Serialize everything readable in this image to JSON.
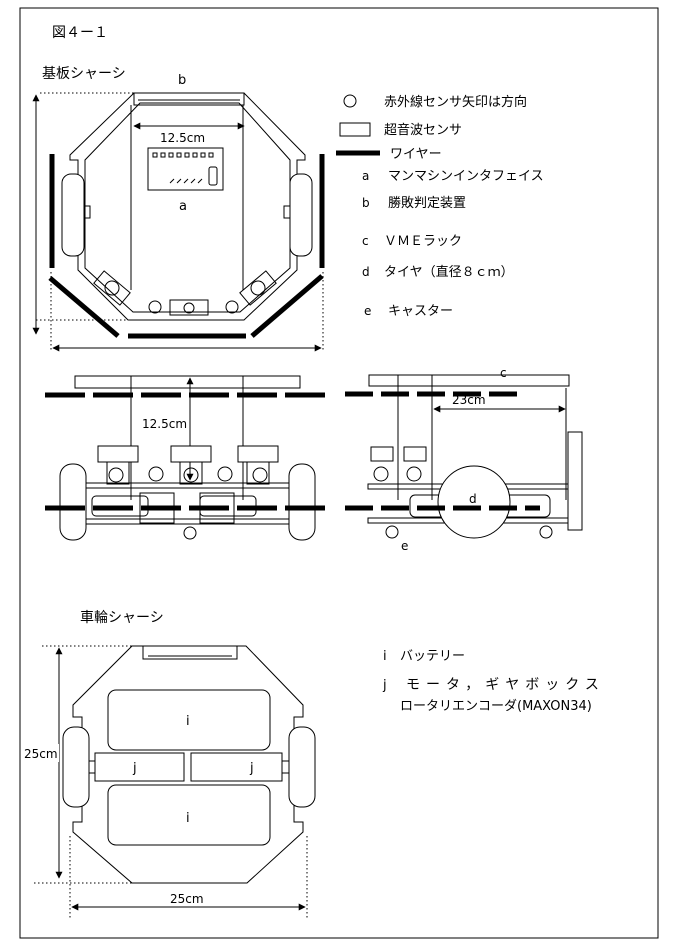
{
  "figure": {
    "number": "図４ー１",
    "board_chassis_title": "基板シャーシ",
    "wheel_chassis_title": "車輪シャーシ"
  },
  "legend": {
    "ir_sensor": "赤外線センサ矢印は方向",
    "ultrasonic_sensor": "超音波センサ",
    "wire": "ワイヤー",
    "a": {
      "key": "a",
      "text": "マンマシンインタフェイス"
    },
    "b": {
      "key": "b",
      "text": "勝敗判定装置"
    },
    "c": {
      "key": "c",
      "text": "ＶＭＥラック"
    },
    "d": {
      "key": "d",
      "text": "タイヤ（直径８ｃｍ）"
    },
    "e": {
      "key": "e",
      "text": "キャスター"
    },
    "i": {
      "key": "i",
      "text": "バッテリー"
    },
    "j": {
      "key": "j",
      "text": "モータ，ギヤボックス",
      "text2": "ロータリエンコーダ(MAXON34)"
    }
  },
  "labels": {
    "a": "a",
    "b": "b",
    "c": "c",
    "d": "d",
    "e": "e",
    "i": "i",
    "j": "j",
    "dim_125": "12.5cm",
    "dim_23": "23cm",
    "dim_25": "25cm"
  }
}
